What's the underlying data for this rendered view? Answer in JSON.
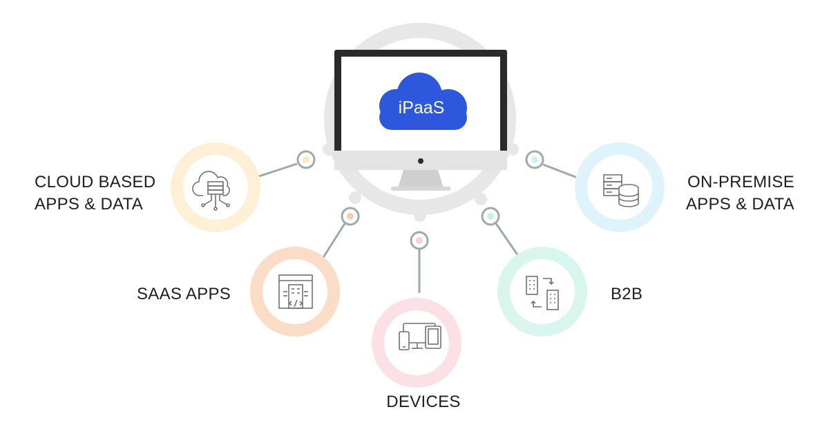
{
  "center": {
    "label": "iPaaS"
  },
  "nodes": {
    "cloud": {
      "line1": "CLOUD BASED",
      "line2": "APPS & DATA",
      "icon": "cloud-server-icon",
      "color": "#fdf0d6"
    },
    "onprem": {
      "line1": "ON-PREMISE",
      "line2": "APPS & DATA",
      "icon": "server-database-icon",
      "color": "#dff3fb"
    },
    "saas": {
      "label": "SAAS APPS",
      "icon": "web-app-building-icon",
      "color": "#fbdcc6"
    },
    "devices": {
      "label": "DEVICES",
      "icon": "devices-icon",
      "color": "#fbe0e6"
    },
    "b2b": {
      "label": "B2B",
      "icon": "building-exchange-icon",
      "color": "#d8f6ee"
    }
  },
  "colors": {
    "brand_blue": "#2e58db",
    "ring_gray": "#e7e7e7",
    "connector_gray": "#9eaaa8",
    "monitor_dark": "#2a2a2a"
  }
}
